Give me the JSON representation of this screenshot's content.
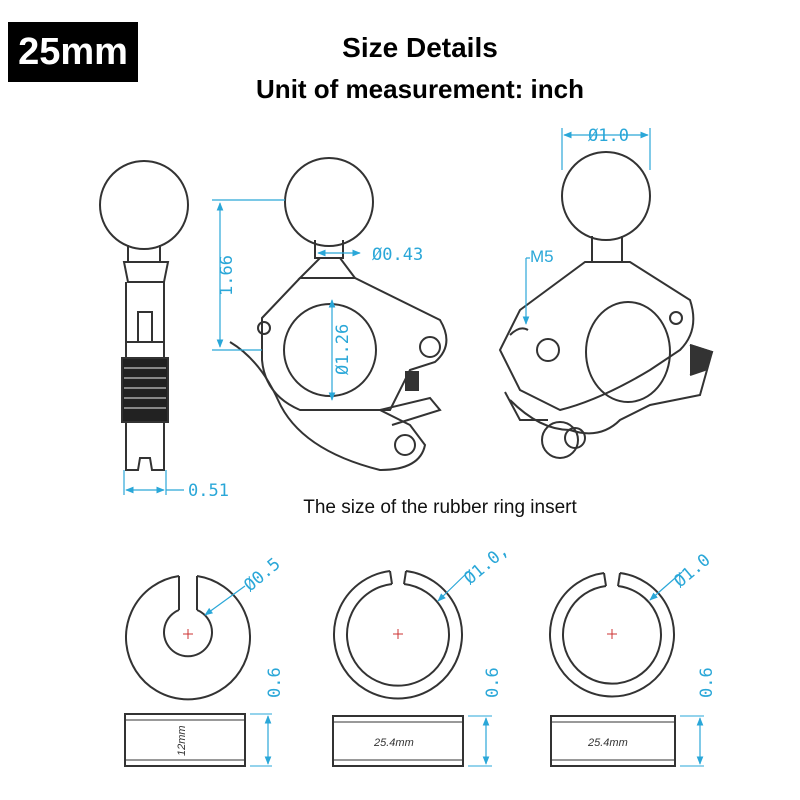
{
  "badge": "25mm",
  "heading": {
    "title": "Size Details",
    "subtitle": "Unit of measurement: inch"
  },
  "clamp_dims": {
    "ball_diameter": "Ø1.0",
    "neck_diameter": "Ø0.43",
    "height": "1.66",
    "bore_diameter": "Ø1.26",
    "thickness": "0.51",
    "screw": "M5"
  },
  "caption": "The size of the rubber ring insert",
  "inserts": [
    {
      "diameter": "Ø0.5",
      "height": "0.6",
      "inner_label": "12mm"
    },
    {
      "diameter": "Ø1.0,",
      "height": "0.6",
      "inner_label": "25.4mm"
    },
    {
      "diameter": "Ø1.0",
      "height": "0.6",
      "inner_label": "25.4mm"
    }
  ],
  "colors": {
    "dimension": "#2aa7d8",
    "outline": "#333333",
    "badge_bg": "#000000"
  }
}
